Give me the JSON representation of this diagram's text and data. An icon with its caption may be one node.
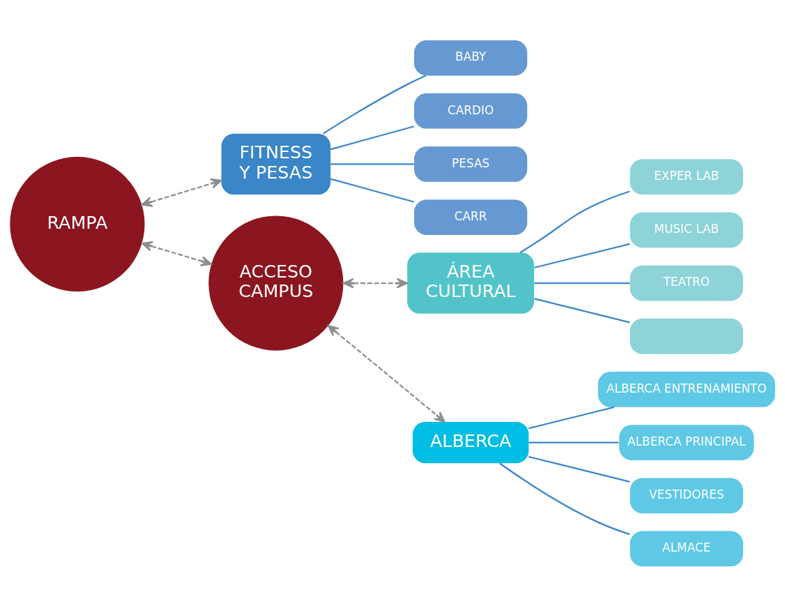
{
  "diagram": {
    "nodes": [
      {
        "text": [
          "FITNESS Y PESAS"
        ]
      },
      {
        "text": [
          "BABY"
        ]
      },
      {
        "text": [
          "CARDIO"
        ]
      },
      {
        "text": [
          "PESAS"
        ]
      },
      {
        "text": [
          "CARR"
        ]
      },
      {
        "text": [
          "RAMPA"
        ]
      },
      {
        "text": [
          "ÁREA CULTURAL"
        ]
      },
      {
        "text": [
          "EXPER LAB"
        ]
      },
      {
        "text": [
          "MUSIC LAB"
        ]
      },
      {
        "text": [
          "TEATRO"
        ]
      },
      {
        "text": [],
        "shape": "box"
      },
      {
        "text": [
          "ACCESO CAMPUS"
        ]
      },
      {
        "text": [
          "ALBERCA"
        ]
      },
      {
        "text": [
          "ALBERCA ENTRENAMIENTO"
        ]
      },
      {
        "text": [
          "ALBERCA PRINCIPAL"
        ]
      },
      {
        "text": [
          "VESTIDORES"
        ]
      },
      {
        "text": [
          "ALMACE"
        ]
      }
    ],
    "edges": [
      {
        "from": 5,
        "to": 0,
        "arrow": "both",
        "style": "dashed",
        "color": "#8c8e91"
      },
      {
        "from": 5,
        "to": 11,
        "arrow": "both",
        "style": "dashed",
        "color": "#8c8e91"
      },
      {
        "from": 11,
        "to": 6,
        "arrow": "both",
        "style": "dashed",
        "color": "#8c8e91"
      },
      {
        "from": 11,
        "to": 12,
        "arrow": "both",
        "style": "dashed",
        "color": "#8c8e91"
      },
      {
        "from": 0,
        "to": 1,
        "arrow": "none"
      },
      {
        "from": 0,
        "to": 2,
        "arrow": "none"
      },
      {
        "from": 0,
        "to": 3,
        "arrow": "none"
      },
      {
        "from": 0,
        "to": 4,
        "arrow": "none"
      },
      {
        "from": 6,
        "to": 7,
        "arrow": "none"
      },
      {
        "from": 6,
        "to": 8,
        "arrow": "none"
      },
      {
        "from": 6,
        "to": 9,
        "arrow": "none"
      },
      {
        "from": 6,
        "to": 10,
        "arrow": "none"
      },
      {
        "from": 12,
        "to": 13,
        "arrow": "none"
      },
      {
        "from": 12,
        "to": 14,
        "arrow": "none"
      },
      {
        "from": 12,
        "to": 15,
        "arrow": "none"
      },
      {
        "from": 12,
        "to": 16,
        "arrow": "none"
      }
    ]
  }
}
